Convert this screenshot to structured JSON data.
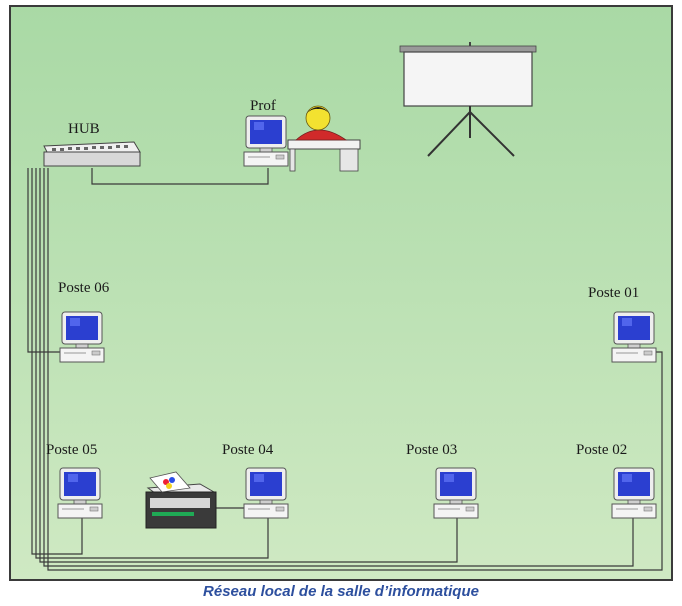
{
  "diagram": {
    "hub_label": "HUB",
    "prof_label": "Prof",
    "postes": {
      "p01": "Poste 01",
      "p02": "Poste 02",
      "p03": "Poste 03",
      "p04": "Poste 04",
      "p05": "Poste 05",
      "p06": "Poste 06"
    }
  },
  "caption": "Réseau local de la salle d’informatique",
  "colors": {
    "background": "#bfe0b4",
    "border": "#3a3a3a",
    "cable": "#3a3a3a",
    "screen": "#2b3fd0",
    "caption": "#2d4f9e"
  }
}
